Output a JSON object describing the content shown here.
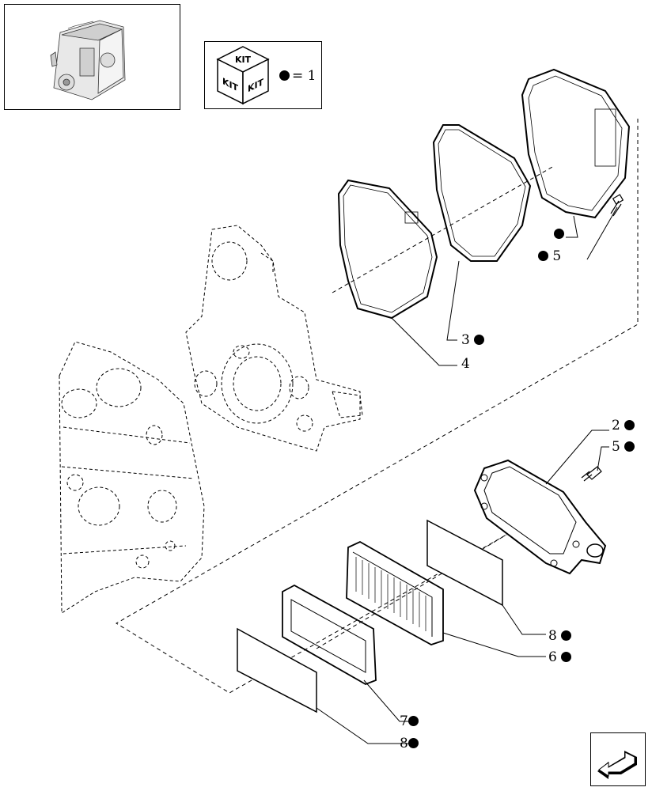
{
  "kit_legend": {
    "kit_label_top": "KIT",
    "kit_label_left": "KIT",
    "kit_label_right": "KIT",
    "equals_text": "= 1"
  },
  "callouts": [
    {
      "id": "c-2",
      "number": "2",
      "kit": true
    },
    {
      "id": "c-5b",
      "number": "5",
      "kit": true
    },
    {
      "id": "c-5a",
      "number": "5",
      "kit": true
    },
    {
      "id": "c-3",
      "number": "3",
      "kit": true
    },
    {
      "id": "c-4",
      "number": "4",
      "kit": false
    },
    {
      "id": "c-8a",
      "number": "8",
      "kit": true
    },
    {
      "id": "c-6",
      "number": "6",
      "kit": true
    },
    {
      "id": "c-7",
      "number": "7",
      "kit": true
    },
    {
      "id": "c-8b",
      "number": "8",
      "kit": true
    }
  ],
  "icons": {
    "engine_thumbnail": "engine-thumbnail-icon",
    "kit_cube": "kit-cube-icon",
    "nav_arrow": "back-arrow-icon"
  }
}
